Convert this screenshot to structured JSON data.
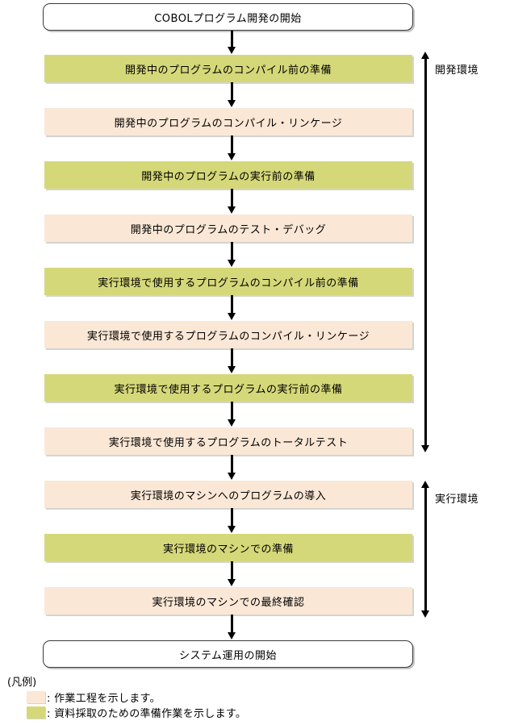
{
  "diagram": {
    "title_start": "COBOLプログラム開発の開始",
    "title_end": "システム運用の開始",
    "colors": {
      "preparation": "#d5d878",
      "process": "#fae7d6",
      "line": "#000000",
      "background": "#ffffff"
    },
    "nodes": [
      {
        "label": "COBOLプログラム開発の開始",
        "kind": "terminator"
      },
      {
        "label": "開発中のプログラムのコンパイル前の準備",
        "kind": "preparation"
      },
      {
        "label": "開発中のプログラムのコンパイル・リンケージ",
        "kind": "process"
      },
      {
        "label": "開発中のプログラムの実行前の準備",
        "kind": "preparation"
      },
      {
        "label": "開発中のプログラムのテスト・デバッグ",
        "kind": "process"
      },
      {
        "label": "実行環境で使用するプログラムのコンパイル前の準備",
        "kind": "preparation"
      },
      {
        "label": "実行環境で使用するプログラムのコンパイル・リンケージ",
        "kind": "process"
      },
      {
        "label": "実行環境で使用するプログラムの実行前の準備",
        "kind": "preparation"
      },
      {
        "label": "実行環境で使用するプログラムのトータルテスト",
        "kind": "process"
      },
      {
        "label": "実行環境のマシンへのプログラムの導入",
        "kind": "process"
      },
      {
        "label": "実行環境のマシンでの準備",
        "kind": "preparation"
      },
      {
        "label": "実行環境のマシンでの最終確認",
        "kind": "process"
      },
      {
        "label": "システム運用の開始",
        "kind": "terminator"
      }
    ],
    "spans": [
      {
        "label": "開発環境",
        "from_node": 1,
        "to_node": 8
      },
      {
        "label": "実行環境",
        "from_node": 9,
        "to_node": 11
      }
    ]
  },
  "legend": {
    "title": "(凡例)",
    "items": [
      {
        "swatch": "process",
        "text": ": 作業工程を示します。"
      },
      {
        "swatch": "preparation",
        "text": ": 資料採取のための準備作業を示します。"
      }
    ]
  }
}
